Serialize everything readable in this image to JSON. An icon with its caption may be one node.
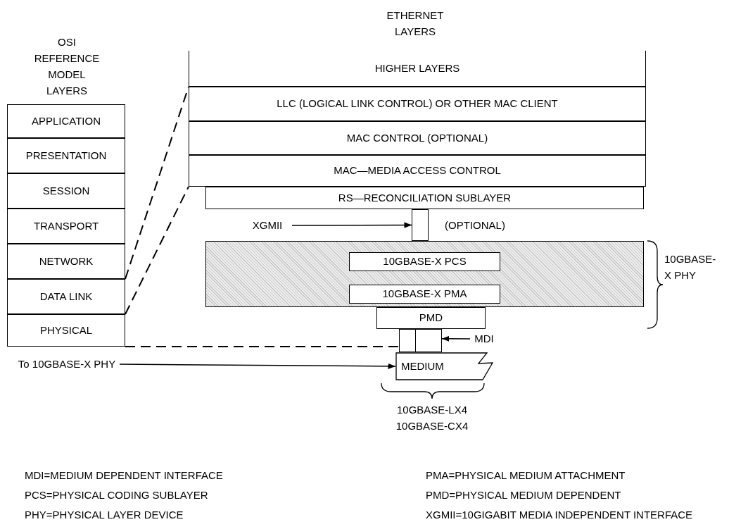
{
  "diagram": {
    "nodes": [
      {
        "text": [
          "APPLICATION"
        ]
      },
      {
        "text": [
          "PRESENTATION"
        ]
      },
      {
        "text": [
          "SESSION"
        ]
      },
      {
        "text": [
          "TRANSPORT"
        ]
      },
      {
        "text": [
          "NETWORK"
        ]
      },
      {
        "text": [
          "DATA LINK"
        ]
      },
      {
        "text": [
          "PHYSICAL"
        ]
      },
      {
        "text": [
          "HIGHER LAYERS"
        ]
      },
      {
        "text": [
          "LLC (LOGICAL LINK CONTROL) OR OTHER MAC CLIENT"
        ]
      },
      {
        "text": [
          "MAC CONTROL (OPTIONAL)"
        ]
      },
      {
        "text": [
          "MAC—MEDIA ACCESS CONTROL"
        ]
      },
      {
        "text": [
          "RS—RECONCILIATION SUBLAYER"
        ]
      },
      {
        "text": [],
        "shape": "box"
      },
      {
        "text": [
          "XGMII"
        ]
      },
      {
        "text": [],
        "shape": "box"
      },
      {
        "text": [
          "10GBASE-X PCS"
        ],
        "in": 14
      },
      {
        "text": [
          "10GBASE-X PMA"
        ],
        "in": 14
      },
      {
        "text": [
          "PMD"
        ]
      },
      {
        "text": [],
        "shape": "box"
      },
      {
        "text": [
          "MDI"
        ]
      },
      {
        "text": [
          "MEDIUM"
        ]
      },
      {
        "text": [
          "To 10GBASE-X PHY"
        ]
      }
    ],
    "edges": [
      {
        "from": 5,
        "to": 8,
        "arrow": "none",
        "style": "dashed"
      },
      {
        "from": 5,
        "to": 10,
        "arrow": "none",
        "style": "dashed"
      },
      {
        "from": 6,
        "to": 18,
        "arrow": "none",
        "style": "dashed"
      },
      {
        "from": 13,
        "to": 12,
        "arrow": "to"
      },
      {
        "from": 19,
        "to": 18,
        "arrow": "to"
      },
      {
        "from": 21,
        "to": 20,
        "arrow": "to"
      }
    ],
    "labels": [
      "ETHERNET LAYERS",
      "OSI REFERENCE MODEL LAYERS",
      "(OPTIONAL)",
      "10GBASE-X PHY",
      "10GBASE-LX4 10GBASE-CX4",
      "MDI=MEDIUM DEPENDENT INTERFACE",
      "PMA=PHYSICAL MEDIUM ATTACHMENT",
      "PCS=PHYSICAL CODING SUBLAYER",
      "PMD=PHYSICAL MEDIUM DEPENDENT",
      "PHY=PHYSICAL LAYER DEVICE",
      "XGMII=10GIGABIT MEDIA INDEPENDENT INTERFACE"
    ]
  }
}
